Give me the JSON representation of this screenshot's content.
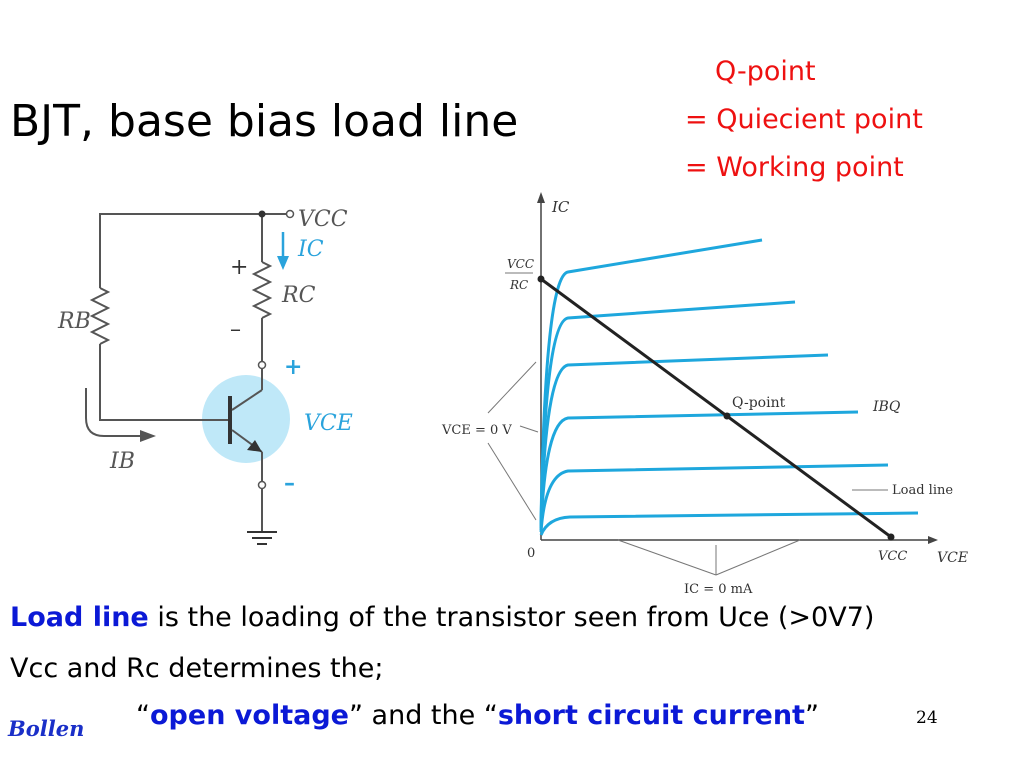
{
  "slide": {
    "title": "BJT, base bias load line",
    "q_point_note": [
      "Q-point",
      "= Quiecient point",
      "= Working point"
    ],
    "page_number": "24",
    "author_signature": "Bollen"
  },
  "circuit": {
    "vcc": "VCC",
    "ic": "IC",
    "rc": "RC",
    "rb": "RB",
    "ib": "IB",
    "vce": "VCE",
    "plus": "+",
    "minus": "–"
  },
  "chart": {
    "y_axis": "IC",
    "x_axis": "VCE",
    "y_intercept_num": "VCC",
    "y_intercept_den": "RC",
    "x_intercept": "VCC",
    "origin": "0",
    "q_point": "Q-point",
    "ibq": "IBQ",
    "vce_zero": "VCE = 0 V",
    "load_line": "Load line",
    "ic_zero": "IC = 0 mA",
    "curve_color": "#1ea7dd",
    "line_color": "#222222"
  },
  "body_text": {
    "line1_bold": "Load line",
    "line1_rest": " is the loading of the transistor seen from Uce (>0V7)",
    "line2": "Vcc and Rc determines the;",
    "line3_q1": "“",
    "line3_b1": "open voltage",
    "line3_q2": "” and the “",
    "line3_b2": "short circuit current",
    "line3_q3": "”"
  }
}
